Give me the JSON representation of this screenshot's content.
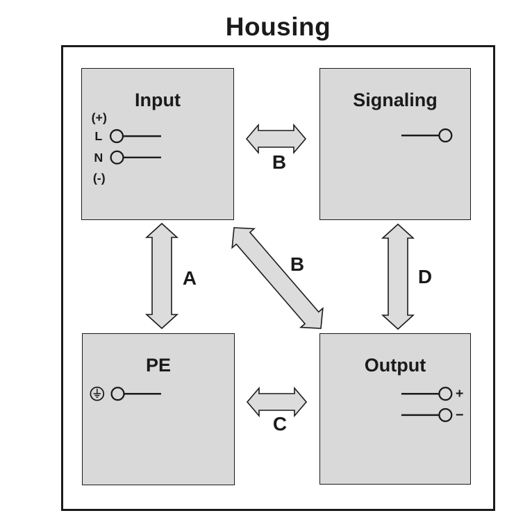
{
  "title": "Housing",
  "boxes": {
    "input": {
      "label": "Input",
      "plus_label": "(+)",
      "line_label": "L",
      "neutral_label": "N",
      "minus_label": "(-)"
    },
    "signaling": {
      "label": "Signaling"
    },
    "pe": {
      "label": "PE"
    },
    "output": {
      "label": "Output",
      "plus_label": "+",
      "minus_label": "−"
    }
  },
  "arrows": {
    "a": {
      "label": "A"
    },
    "b_horizontal": {
      "label": "B"
    },
    "b_diagonal": {
      "label": "B"
    },
    "c": {
      "label": "C"
    },
    "d": {
      "label": "D"
    }
  },
  "icons": {
    "protective_earth": "protective-earth-icon",
    "terminal": "terminal-circle-icon"
  },
  "colors": {
    "box_fill": "#d9d9d9",
    "arrow_fill": "#dcdcdc",
    "line": "#1a1a1a",
    "background": "#ffffff"
  }
}
